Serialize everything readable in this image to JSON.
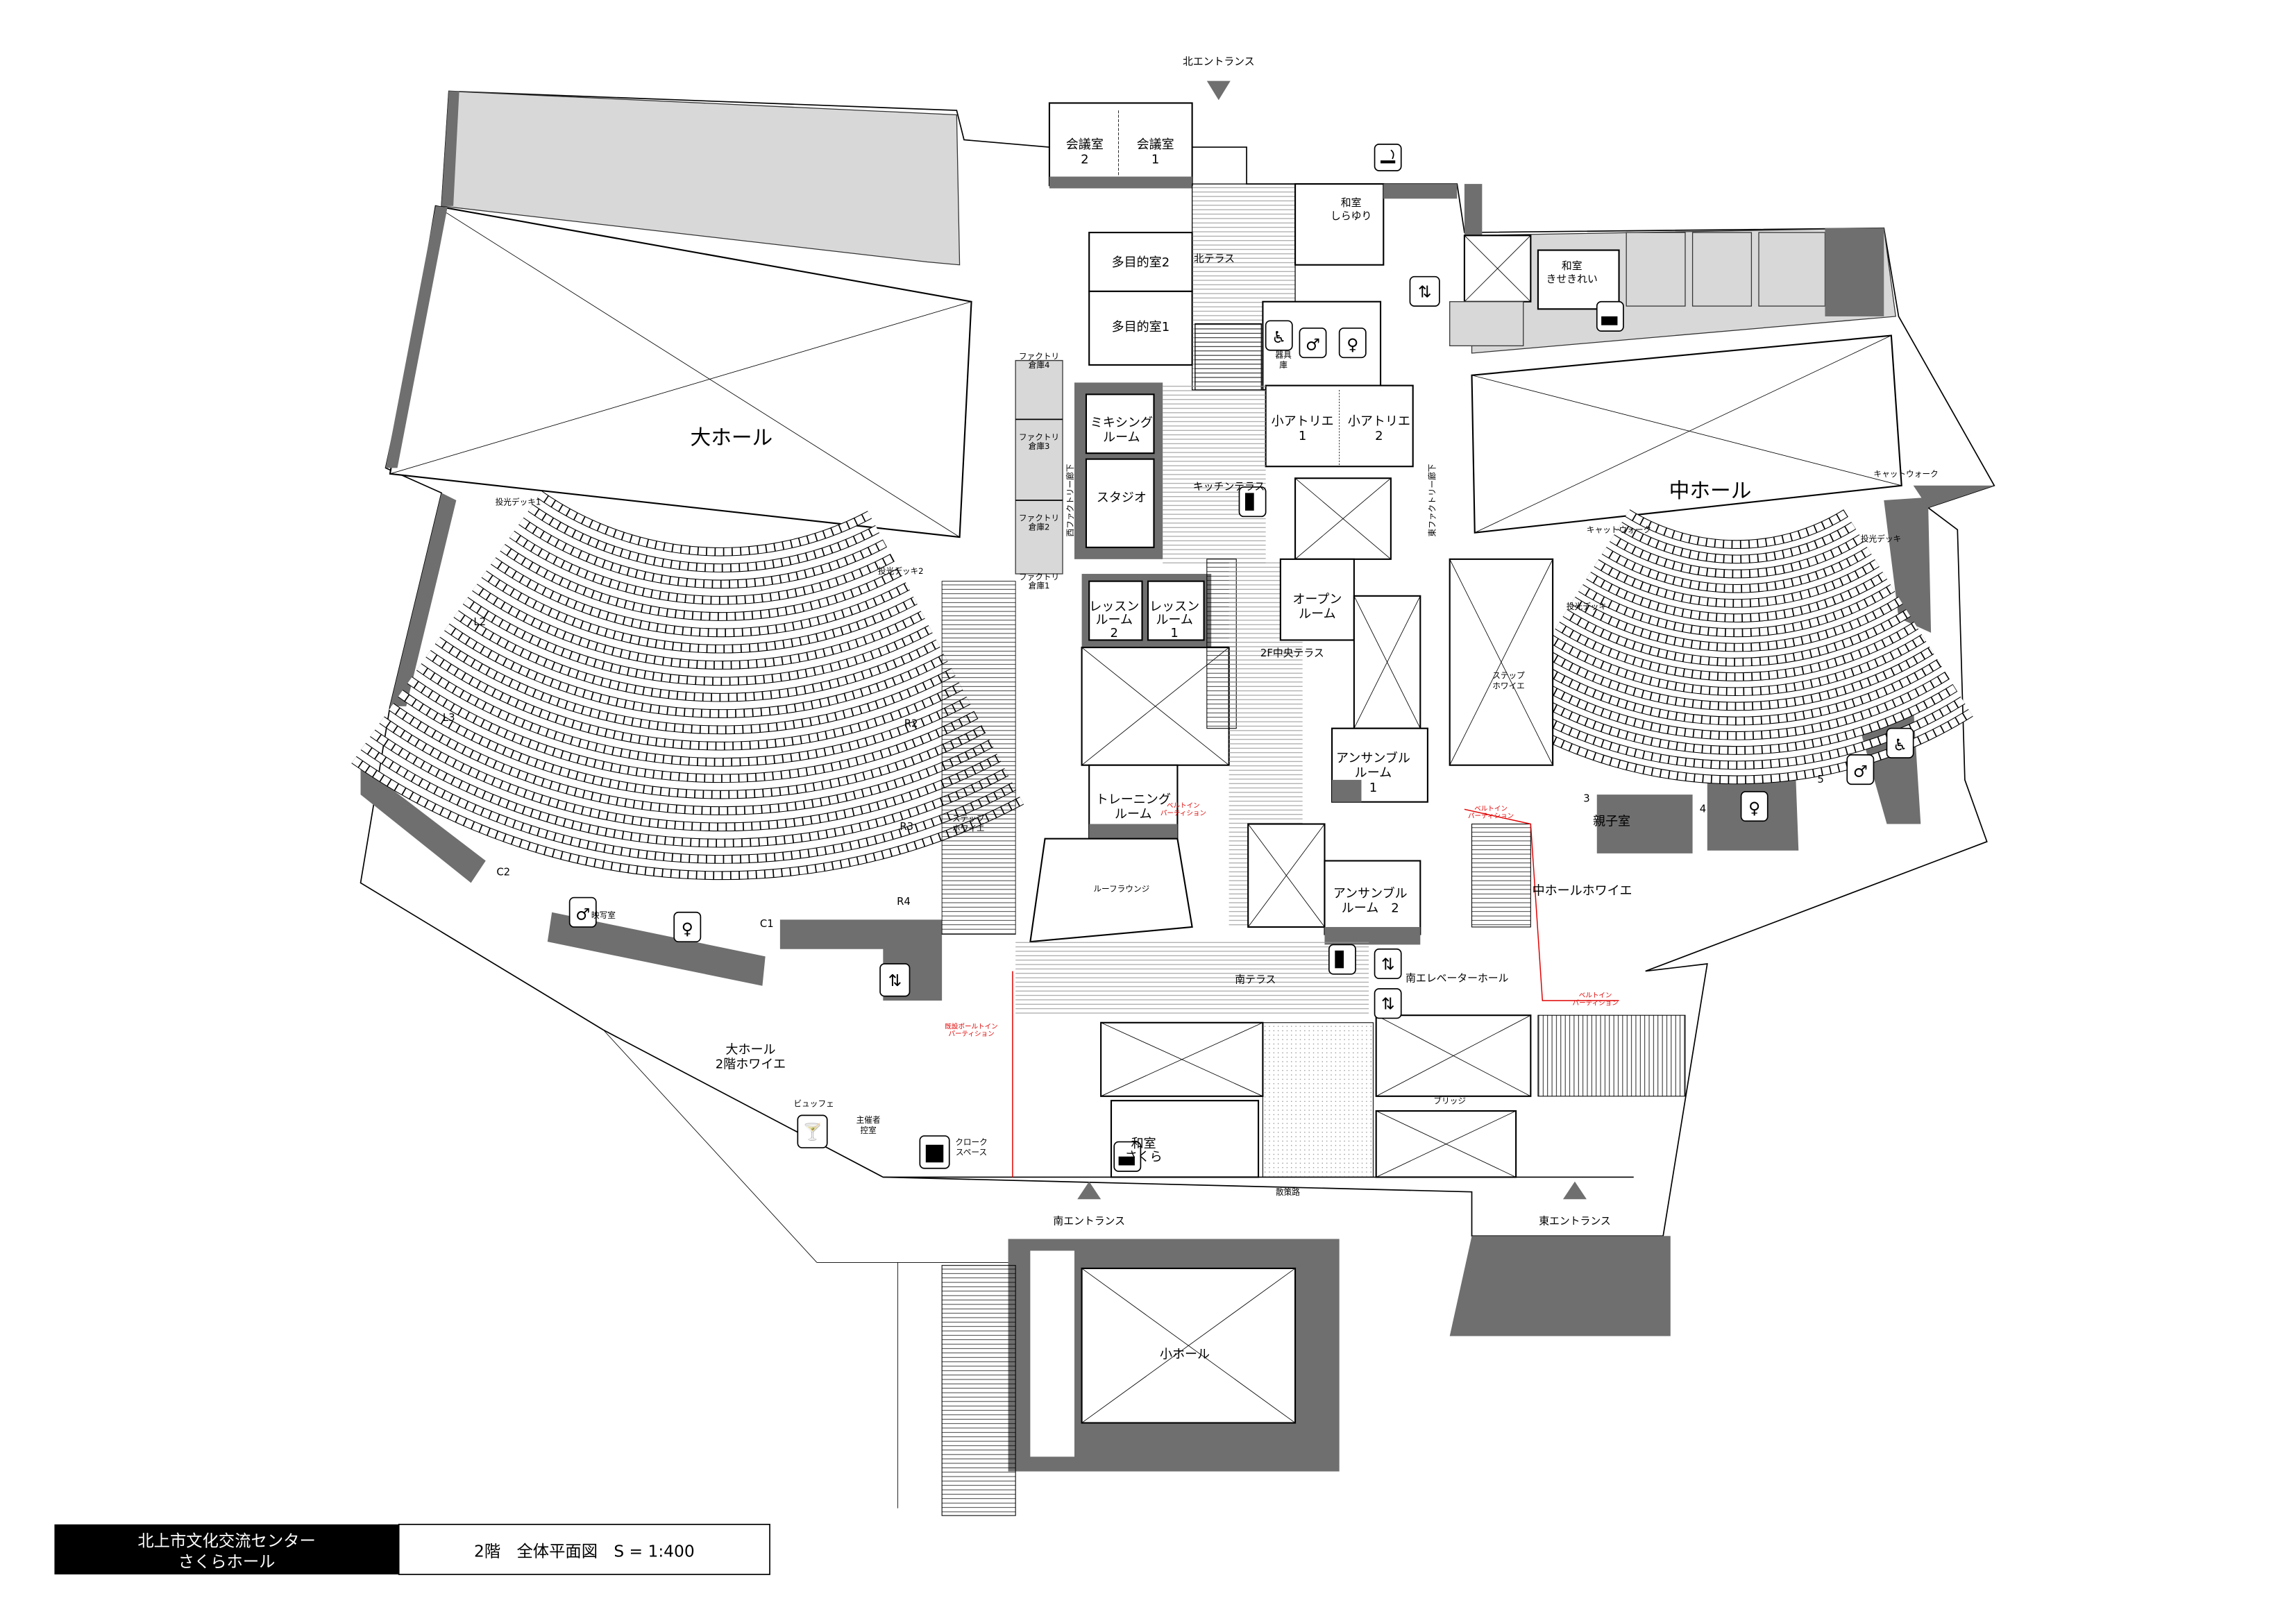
{
  "title_block": {
    "facility": "北上市文化交流センター",
    "hall": "さくらホール",
    "drawing": "2階　全体平面図　S = 1:400"
  },
  "entrances": {
    "north": "北エントランス",
    "south": "南エントランス",
    "east": "東エントランス"
  },
  "rooms": {
    "kaigi2": [
      "会議室",
      "2"
    ],
    "kaigi1": [
      "会議室",
      "1"
    ],
    "tamokuteki2": "多目的室2",
    "tamokuteki1": "多目的室1",
    "kita_terrace": "北テラス",
    "washitsu_shirayuri": [
      "和室",
      "しらゆり"
    ],
    "washitsu_sekirei": [
      "和室",
      "きせきれい"
    ],
    "factory4": [
      "ファクトリ",
      "倉庫4"
    ],
    "factory3": [
      "ファクトリ",
      "倉庫3"
    ],
    "factory2": [
      "ファクトリ",
      "倉庫2"
    ],
    "factory1": [
      "ファクトリ",
      "倉庫1"
    ],
    "west_corridor": "西ファクトリー廊下",
    "east_corridor": "東ファクトリー廊下",
    "mixing": [
      "ミキシング",
      "ルーム"
    ],
    "studio": "スタジオ",
    "kitchen_terrace": "キッチンテラス",
    "kigu": [
      "器具",
      "庫"
    ],
    "atelier1": [
      "小アトリエ",
      "1"
    ],
    "atelier2": [
      "小アトリエ",
      "2"
    ],
    "daihall": "大ホール",
    "chuhall": "中ホール",
    "toko1": "投光デッキ1",
    "toko2": "投光デッキ2",
    "toko_mid_left": "投光デッキ",
    "toko_mid_right": "投光デッキ",
    "catwalk_left": "キャットウォーク",
    "catwalk_right": "キャットウォーク",
    "lesson2": [
      "レッスン",
      "ルーム",
      "2"
    ],
    "lesson1": [
      "レッスン",
      "ルーム",
      "1"
    ],
    "open_room": [
      "オープン",
      "ルーム"
    ],
    "central_terrace": "2F中央テラス",
    "ensemble1": [
      "アンサンブル",
      "ルーム",
      "1"
    ],
    "ensemble2": [
      "アンサンブル",
      "ルーム　2"
    ],
    "training": [
      "トレーニング",
      "ルーム"
    ],
    "roof_lounge": "ルーフラウンジ",
    "minami_terrace": "南テラス",
    "elevator_hall": "南エレベーターホール",
    "bridge": "ブリッジ",
    "daihall_foyer": [
      "大ホール",
      "2階ホワイエ"
    ],
    "buffet": "ビュッフェ",
    "host_room": [
      "主催者",
      "控室"
    ],
    "cloak": [
      "クローク",
      "スペース"
    ],
    "washitsu_sakura": [
      "和室",
      "さくら"
    ],
    "promenade": "散策路",
    "shohall": "小ホール",
    "chuhall_foyer": "中ホールホワイエ",
    "step_foyer_left": [
      "ステップ",
      "ホワイエ"
    ],
    "step_foyer_right": [
      "ステップ",
      "ホワイエ"
    ],
    "oyako": "親子室",
    "eisha": "映写室"
  },
  "doors": {
    "L2": "L2",
    "L3": "L3",
    "C2": "C2",
    "C1": "C1",
    "R2": "R2",
    "R3": "R3",
    "R4": "R4",
    "d3": "3",
    "d4": "4",
    "d5": "5"
  },
  "partitions": {
    "existing": [
      "既設ポールトイン",
      "パーティション"
    ],
    "belt1": [
      "ベルトイン",
      "パーティション"
    ],
    "belt2": [
      "ベルトイン",
      "パーティション"
    ],
    "belt3": [
      "ベルトイン",
      "パーティション"
    ]
  },
  "colors": {
    "wall": "#6f6f6f",
    "storage_fill": "#d8d8d8",
    "partition": "#e00000",
    "title_bg": "#000000"
  }
}
